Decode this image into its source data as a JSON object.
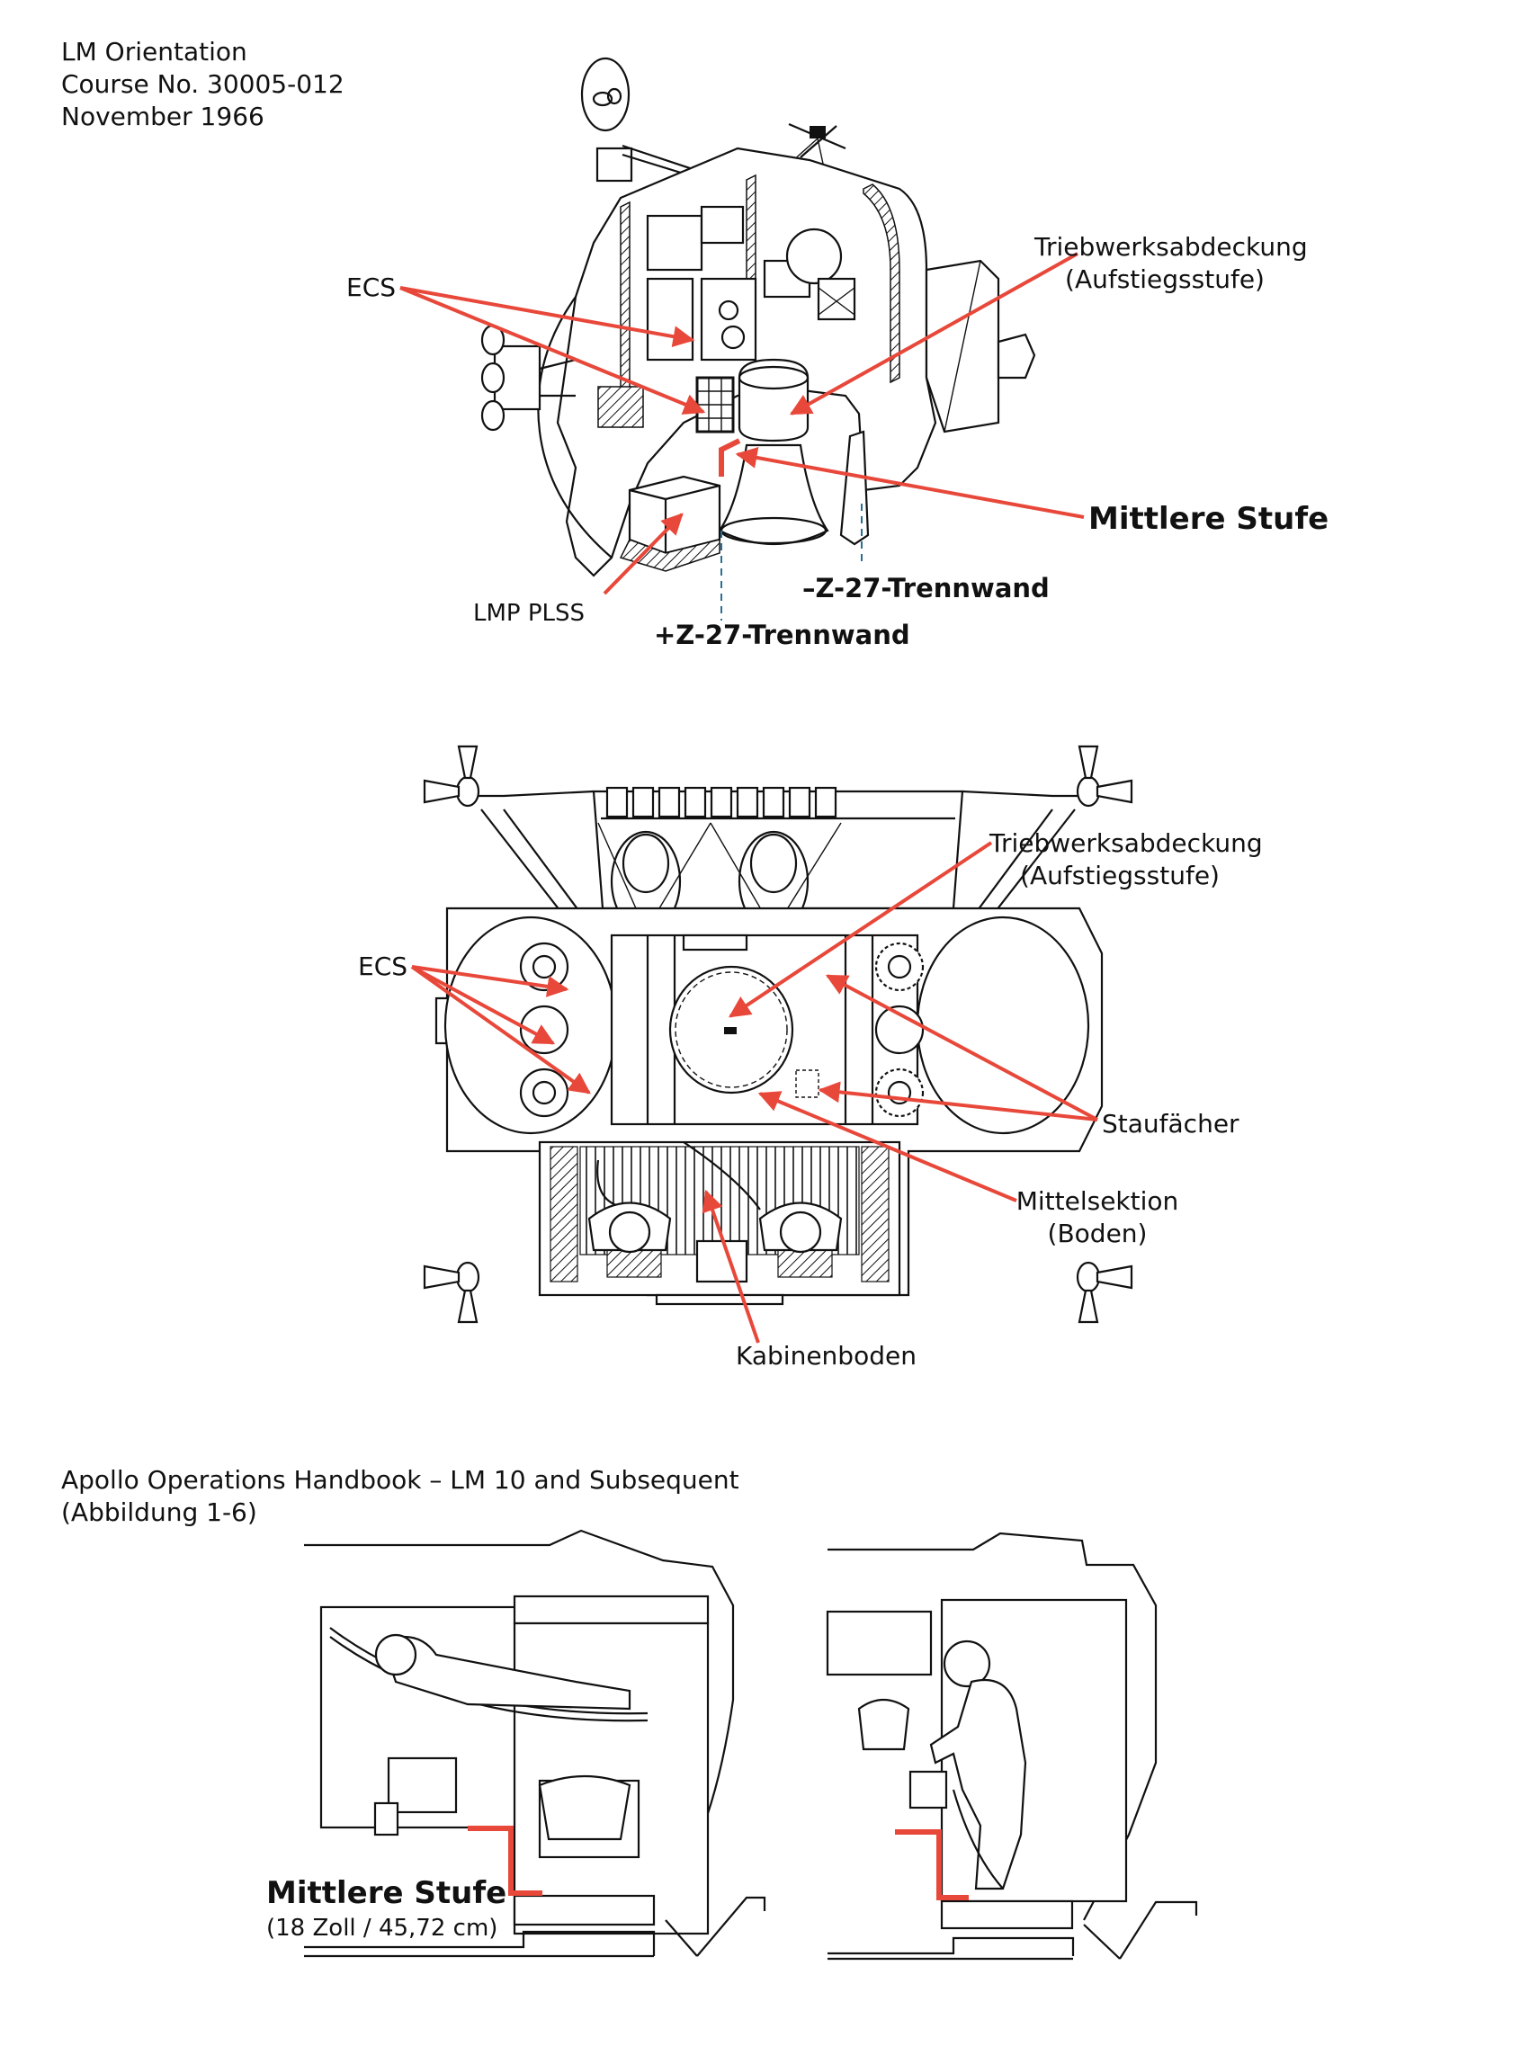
{
  "header": {
    "line1": "LM Orientation",
    "line2": "Course No. 30005-012",
    "line3": "November 1966"
  },
  "figure1": {
    "label_ecs": "ECS",
    "label_engine_cover_line1": "Triebwerksabdeckung",
    "label_engine_cover_line2": "(Aufstiegsstufe)",
    "label_mid_step": "Mittlere Stufe",
    "label_minus_z27": "–Z-27-Trennwand",
    "label_plus_z27": "+Z-27-Trennwand",
    "label_lmp_plss": "LMP PLSS"
  },
  "figure2": {
    "label_ecs": "ECS",
    "label_engine_cover_line1": "Triebwerksabdeckung",
    "label_engine_cover_line2": "(Aufstiegsstufe)",
    "label_stowage": "Staufächer",
    "label_mid_section_line1": "Mittelsektion",
    "label_mid_section_line2": "(Boden)",
    "label_cabin_floor": "Kabinenboden"
  },
  "figure3": {
    "source_line1": "Apollo Operations Handbook – LM 10 and Subsequent",
    "source_line2": "(Abbildung 1-6)",
    "label_mid_step": "Mittlere Stufe",
    "label_mid_step_dim": "(18 Zoll / 45,72 cm)"
  },
  "colors": {
    "callout": "#e8483a",
    "bulkhead_dash": "#2a6f8f",
    "ink": "#111111"
  }
}
